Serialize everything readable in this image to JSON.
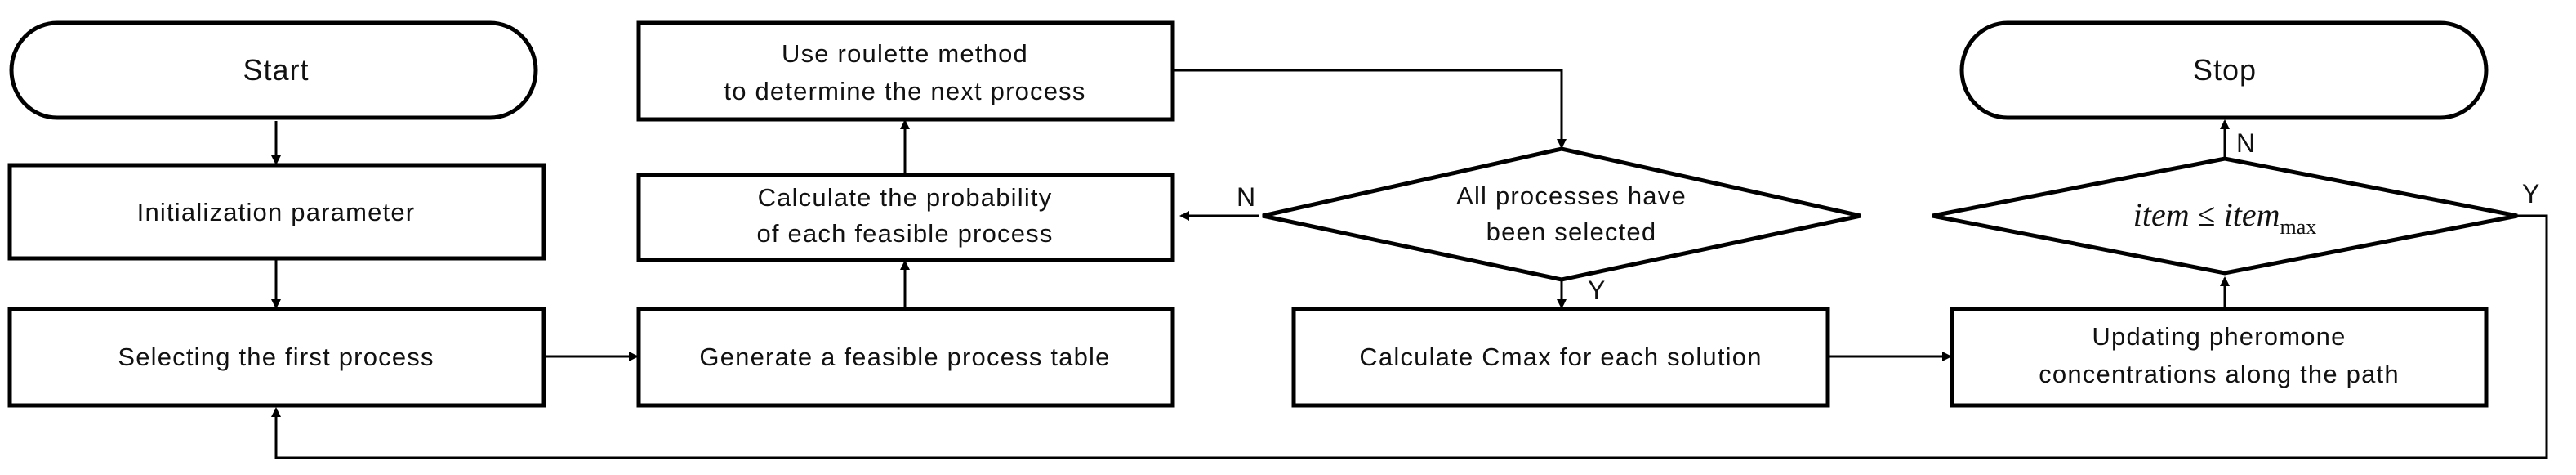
{
  "nodes": {
    "start": "Start",
    "stop": "Stop",
    "init": "Initialization parameter",
    "select_first": "Selecting the first process",
    "generate_table": "Generate a feasible process table",
    "calc_prob": [
      "Calculate the probability",
      "of each feasible process"
    ],
    "roulette": [
      "Use roulette method",
      "to determine the next process"
    ],
    "all_selected": [
      "All processes have",
      "been selected"
    ],
    "calc_cmax": "Calculate Cmax for each solution",
    "update_pheromone": [
      "Updating pheromone",
      "concentrations along the path"
    ],
    "item_condition": {
      "lhs": "item",
      "op": "≤",
      "rhs": "item",
      "subscript": "max"
    }
  },
  "edge_labels": {
    "all_selected_no": "N",
    "all_selected_yes": "Y",
    "item_no": "N",
    "item_yes": "Y"
  }
}
